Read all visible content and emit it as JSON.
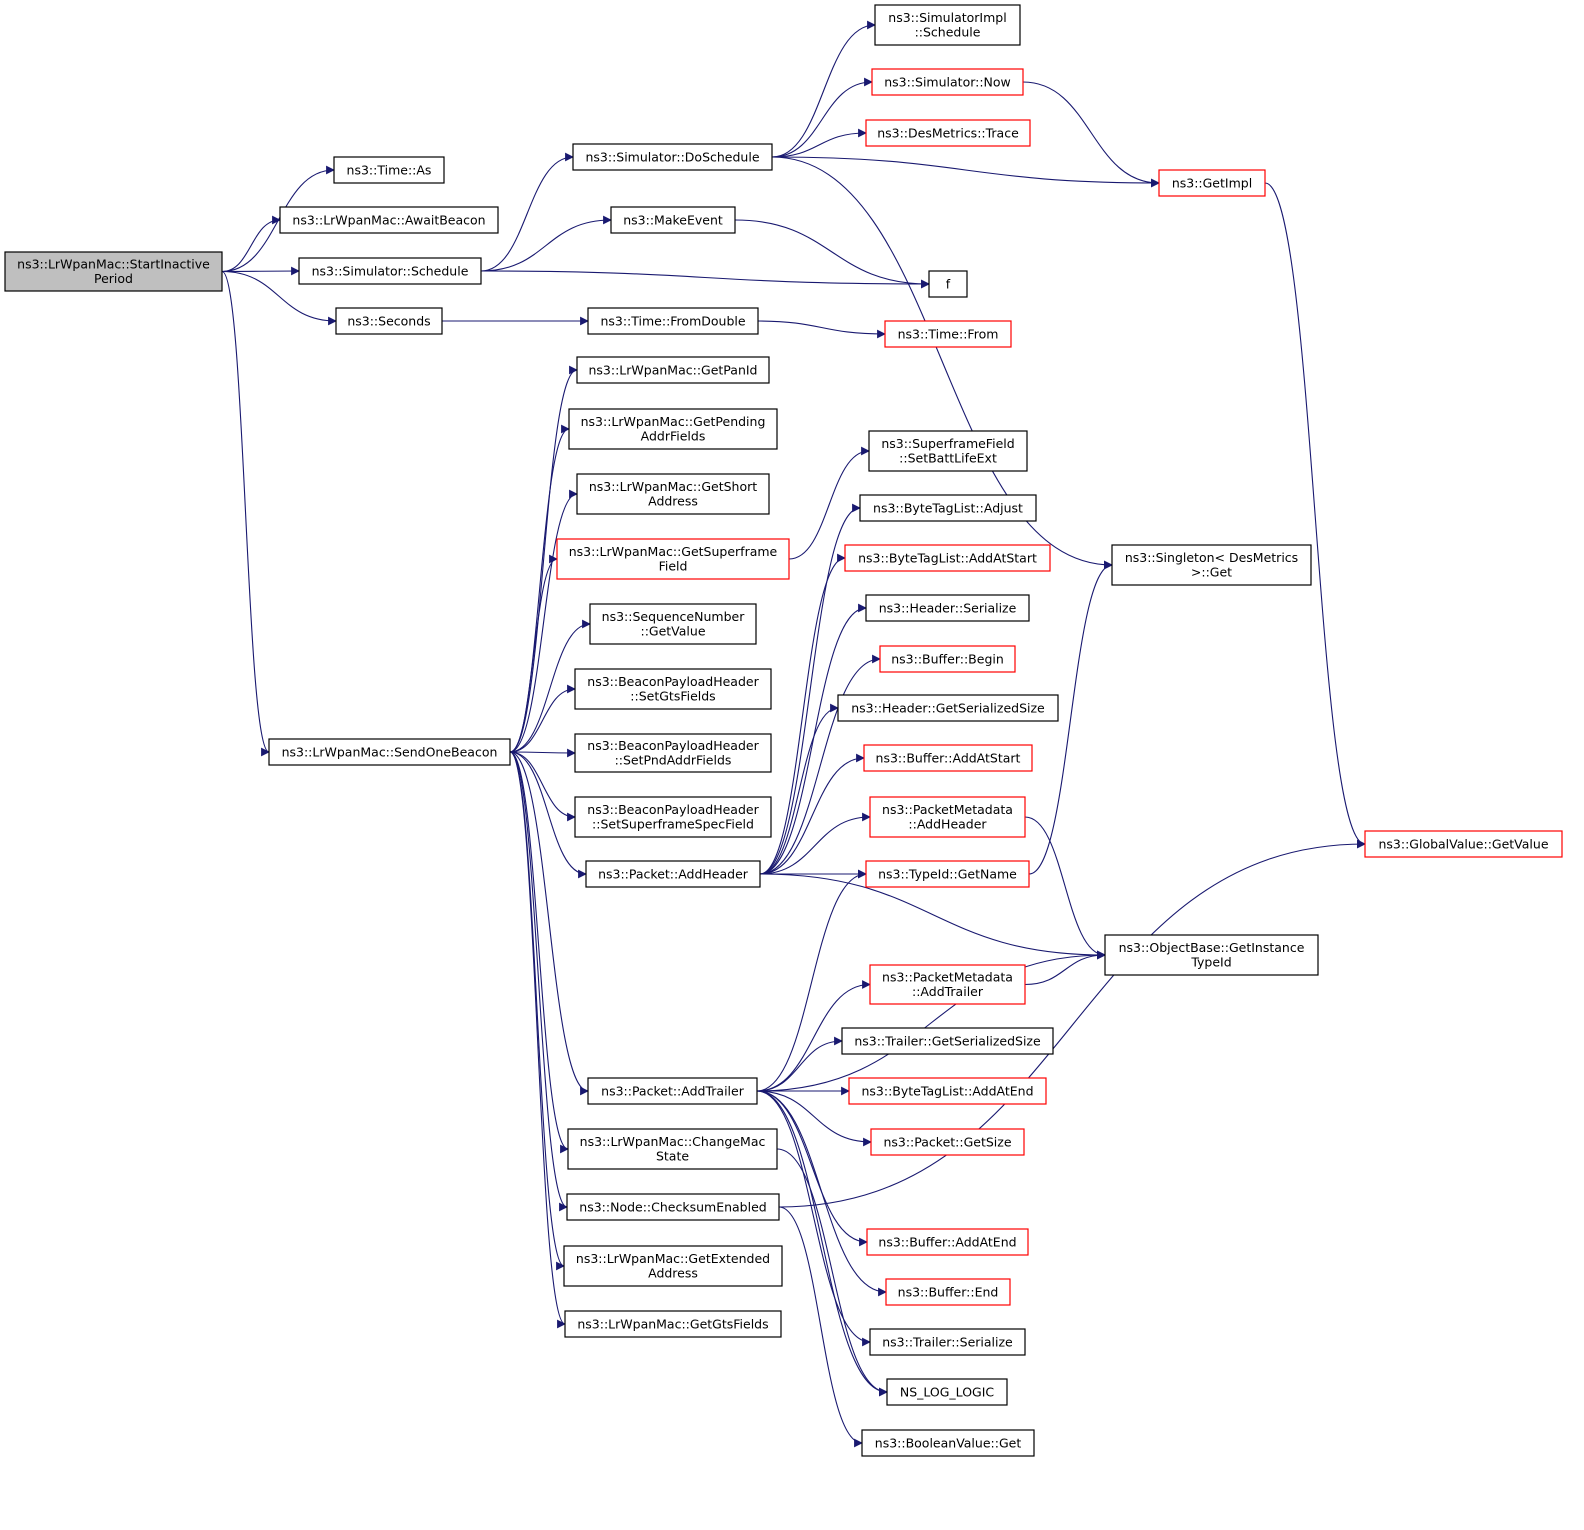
{
  "diagram": {
    "nodes": [
      {
        "id": "start",
        "lines": [
          "ns3::LrWpanMac::StartInactive",
          "Period"
        ],
        "style": "root"
      },
      {
        "id": "as",
        "lines": [
          "ns3::Time::As"
        ],
        "style": "black"
      },
      {
        "id": "await",
        "lines": [
          "ns3::LrWpanMac::AwaitBeacon"
        ],
        "style": "black"
      },
      {
        "id": "schedule",
        "lines": [
          "ns3::Simulator::Schedule"
        ],
        "style": "black"
      },
      {
        "id": "seconds",
        "lines": [
          "ns3::Seconds"
        ],
        "style": "black"
      },
      {
        "id": "sendone",
        "lines": [
          "ns3::LrWpanMac::SendOneBeacon"
        ],
        "style": "black"
      },
      {
        "id": "doschedule",
        "lines": [
          "ns3::Simulator::DoSchedule"
        ],
        "style": "black"
      },
      {
        "id": "makeevent",
        "lines": [
          "ns3::MakeEvent"
        ],
        "style": "black"
      },
      {
        "id": "fromdouble",
        "lines": [
          "ns3::Time::FromDouble"
        ],
        "style": "black"
      },
      {
        "id": "getpanid",
        "lines": [
          "ns3::LrWpanMac::GetPanId"
        ],
        "style": "black"
      },
      {
        "id": "getpending",
        "lines": [
          "ns3::LrWpanMac::GetPending",
          "AddrFields"
        ],
        "style": "black"
      },
      {
        "id": "getshort",
        "lines": [
          "ns3::LrWpanMac::GetShort",
          "Address"
        ],
        "style": "black"
      },
      {
        "id": "getsuperframe",
        "lines": [
          "ns3::LrWpanMac::GetSuperframe",
          "Field"
        ],
        "style": "red"
      },
      {
        "id": "seqgetvalue",
        "lines": [
          "ns3::SequenceNumber",
          "::GetValue"
        ],
        "style": "black"
      },
      {
        "id": "setgts",
        "lines": [
          "ns3::BeaconPayloadHeader",
          "::SetGtsFields"
        ],
        "style": "black"
      },
      {
        "id": "setpnd",
        "lines": [
          "ns3::BeaconPayloadHeader",
          "::SetPndAddrFields"
        ],
        "style": "black"
      },
      {
        "id": "setsuperspec",
        "lines": [
          "ns3::BeaconPayloadHeader",
          "::SetSuperframeSpecField"
        ],
        "style": "black"
      },
      {
        "id": "addheader",
        "lines": [
          "ns3::Packet::AddHeader"
        ],
        "style": "black"
      },
      {
        "id": "addtrailer",
        "lines": [
          "ns3::Packet::AddTrailer"
        ],
        "style": "black"
      },
      {
        "id": "changemac",
        "lines": [
          "ns3::LrWpanMac::ChangeMac",
          "State"
        ],
        "style": "black"
      },
      {
        "id": "checksum",
        "lines": [
          "ns3::Node::ChecksumEnabled"
        ],
        "style": "black"
      },
      {
        "id": "getextended",
        "lines": [
          "ns3::LrWpanMac::GetExtended",
          "Address"
        ],
        "style": "black"
      },
      {
        "id": "getgts",
        "lines": [
          "ns3::LrWpanMac::GetGtsFields"
        ],
        "style": "black"
      },
      {
        "id": "simimplsched",
        "lines": [
          "ns3::SimulatorImpl",
          "::Schedule"
        ],
        "style": "black"
      },
      {
        "id": "now",
        "lines": [
          "ns3::Simulator::Now"
        ],
        "style": "red"
      },
      {
        "id": "desmetrics",
        "lines": [
          "ns3::DesMetrics::Trace"
        ],
        "style": "red"
      },
      {
        "id": "f",
        "lines": [
          "f"
        ],
        "style": "black"
      },
      {
        "id": "timefrom",
        "lines": [
          "ns3::Time::From"
        ],
        "style": "red"
      },
      {
        "id": "setbatt",
        "lines": [
          "ns3::SuperframeField",
          "::SetBattLifeExt"
        ],
        "style": "black"
      },
      {
        "id": "adjust",
        "lines": [
          "ns3::ByteTagList::Adjust"
        ],
        "style": "black"
      },
      {
        "id": "addatstart_btl",
        "lines": [
          "ns3::ByteTagList::AddAtStart"
        ],
        "style": "red"
      },
      {
        "id": "hdrserialize",
        "lines": [
          "ns3::Header::Serialize"
        ],
        "style": "black"
      },
      {
        "id": "bufbegin",
        "lines": [
          "ns3::Buffer::Begin"
        ],
        "style": "red"
      },
      {
        "id": "hdrsize",
        "lines": [
          "ns3::Header::GetSerializedSize"
        ],
        "style": "black"
      },
      {
        "id": "bufaddstart",
        "lines": [
          "ns3::Buffer::AddAtStart"
        ],
        "style": "red"
      },
      {
        "id": "pmaddheader",
        "lines": [
          "ns3::PacketMetadata",
          "::AddHeader"
        ],
        "style": "red"
      },
      {
        "id": "getname",
        "lines": [
          "ns3::TypeId::GetName"
        ],
        "style": "red"
      },
      {
        "id": "pmaddtrailer",
        "lines": [
          "ns3::PacketMetadata",
          "::AddTrailer"
        ],
        "style": "red"
      },
      {
        "id": "trsize",
        "lines": [
          "ns3::Trailer::GetSerializedSize"
        ],
        "style": "black"
      },
      {
        "id": "btladdend",
        "lines": [
          "ns3::ByteTagList::AddAtEnd"
        ],
        "style": "red"
      },
      {
        "id": "pktsize",
        "lines": [
          "ns3::Packet::GetSize"
        ],
        "style": "red"
      },
      {
        "id": "bufaddend",
        "lines": [
          "ns3::Buffer::AddAtEnd"
        ],
        "style": "red"
      },
      {
        "id": "bufend",
        "lines": [
          "ns3::Buffer::End"
        ],
        "style": "red"
      },
      {
        "id": "trserialize",
        "lines": [
          "ns3::Trailer::Serialize"
        ],
        "style": "black"
      },
      {
        "id": "nslog",
        "lines": [
          "NS_LOG_LOGIC"
        ],
        "style": "black"
      },
      {
        "id": "boolget",
        "lines": [
          "ns3::BooleanValue::Get"
        ],
        "style": "black"
      },
      {
        "id": "getimpl",
        "lines": [
          "ns3::GetImpl"
        ],
        "style": "red"
      },
      {
        "id": "singleton",
        "lines": [
          "ns3::Singleton< DesMetrics",
          " >::Get"
        ],
        "style": "black"
      },
      {
        "id": "instancetype",
        "lines": [
          "ns3::ObjectBase::GetInstance",
          "TypeId"
        ],
        "style": "black"
      },
      {
        "id": "gvgetvalue",
        "lines": [
          "ns3::GlobalValue::GetValue"
        ],
        "style": "red"
      }
    ],
    "edges": [
      [
        "start",
        "as"
      ],
      [
        "start",
        "await"
      ],
      [
        "start",
        "schedule"
      ],
      [
        "start",
        "seconds"
      ],
      [
        "start",
        "sendone"
      ],
      [
        "schedule",
        "doschedule"
      ],
      [
        "schedule",
        "makeevent"
      ],
      [
        "schedule",
        "f"
      ],
      [
        "seconds",
        "fromdouble"
      ],
      [
        "fromdouble",
        "timefrom"
      ],
      [
        "makeevent",
        "f"
      ],
      [
        "doschedule",
        "simimplsched"
      ],
      [
        "doschedule",
        "now"
      ],
      [
        "doschedule",
        "desmetrics"
      ],
      [
        "doschedule",
        "getimpl"
      ],
      [
        "doschedule",
        "singleton"
      ],
      [
        "now",
        "getimpl"
      ],
      [
        "getimpl",
        "gvgetvalue"
      ],
      [
        "sendone",
        "getpanid"
      ],
      [
        "sendone",
        "getpending"
      ],
      [
        "sendone",
        "getshort"
      ],
      [
        "sendone",
        "getsuperframe"
      ],
      [
        "sendone",
        "seqgetvalue"
      ],
      [
        "sendone",
        "setgts"
      ],
      [
        "sendone",
        "setpnd"
      ],
      [
        "sendone",
        "setsuperspec"
      ],
      [
        "sendone",
        "addheader"
      ],
      [
        "sendone",
        "addtrailer"
      ],
      [
        "sendone",
        "changemac"
      ],
      [
        "sendone",
        "checksum"
      ],
      [
        "sendone",
        "getextended"
      ],
      [
        "sendone",
        "getgts"
      ],
      [
        "getsuperframe",
        "setbatt"
      ],
      [
        "addheader",
        "adjust"
      ],
      [
        "addheader",
        "addatstart_btl"
      ],
      [
        "addheader",
        "hdrserialize"
      ],
      [
        "addheader",
        "bufbegin"
      ],
      [
        "addheader",
        "hdrsize"
      ],
      [
        "addheader",
        "bufaddstart"
      ],
      [
        "addheader",
        "pmaddheader"
      ],
      [
        "addheader",
        "getname"
      ],
      [
        "addheader",
        "instancetype"
      ],
      [
        "pmaddheader",
        "instancetype"
      ],
      [
        "getname",
        "singleton"
      ],
      [
        "addtrailer",
        "getname"
      ],
      [
        "addtrailer",
        "pmaddtrailer"
      ],
      [
        "addtrailer",
        "trsize"
      ],
      [
        "addtrailer",
        "btladdend"
      ],
      [
        "addtrailer",
        "pktsize"
      ],
      [
        "addtrailer",
        "instancetype"
      ],
      [
        "addtrailer",
        "bufaddend"
      ],
      [
        "addtrailer",
        "bufend"
      ],
      [
        "addtrailer",
        "trserialize"
      ],
      [
        "addtrailer",
        "nslog"
      ],
      [
        "pmaddtrailer",
        "instancetype"
      ],
      [
        "changemac",
        "nslog"
      ],
      [
        "checksum",
        "boolget"
      ],
      [
        "checksum",
        "gvgetvalue"
      ]
    ]
  }
}
